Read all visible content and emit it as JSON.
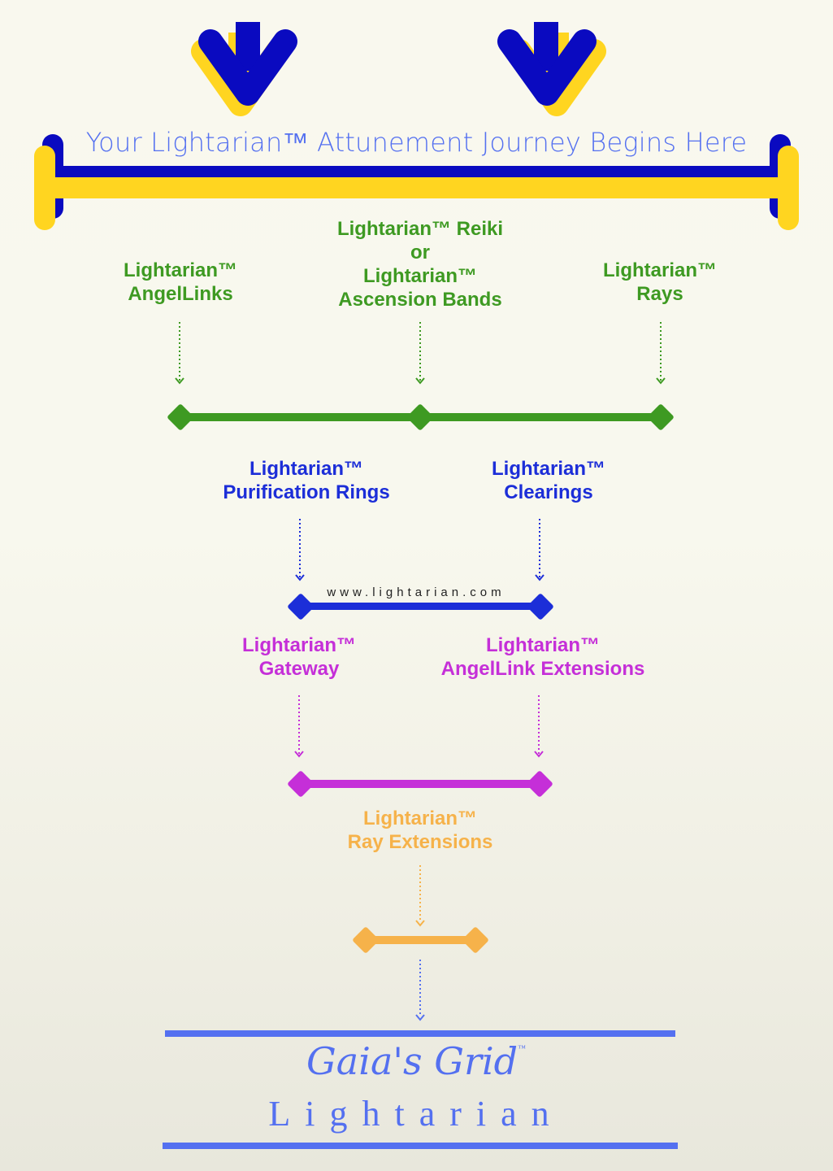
{
  "header": {
    "title": "Your Lightarian™ Attunement Journey Begins Here"
  },
  "colors": {
    "navy": "#0a0ac0",
    "yellow": "#ffd520",
    "title_blue": "#5470f0",
    "green": "#3e9a22",
    "blue": "#1c2ed8",
    "magenta": "#c52fd8",
    "orange": "#f6b24a"
  },
  "tiers": [
    {
      "color": "green",
      "items": [
        {
          "lines": [
            "Lightarian™",
            "AngelLinks"
          ]
        },
        {
          "lines": [
            "Lightarian™ Reiki",
            "or",
            "Lightarian™",
            "Ascension Bands"
          ]
        },
        {
          "lines": [
            "Lightarian™",
            "Rays"
          ]
        }
      ]
    },
    {
      "color": "blue",
      "items": [
        {
          "lines": [
            "Lightarian™",
            "Purification Rings"
          ]
        },
        {
          "lines": [
            "Lightarian™",
            "Clearings"
          ]
        }
      ],
      "bar_label": "www.lightarian.com"
    },
    {
      "color": "magenta",
      "items": [
        {
          "lines": [
            "Lightarian™",
            "Gateway"
          ]
        },
        {
          "lines": [
            "Lightarian™",
            "AngelLink Extensions"
          ]
        }
      ]
    },
    {
      "color": "orange",
      "items": [
        {
          "lines": [
            "Lightarian™",
            "Ray Extensions"
          ]
        }
      ]
    }
  ],
  "footer": {
    "script_title": "Gaia's Grid",
    "tm": "™",
    "brand": "Lightarian"
  }
}
